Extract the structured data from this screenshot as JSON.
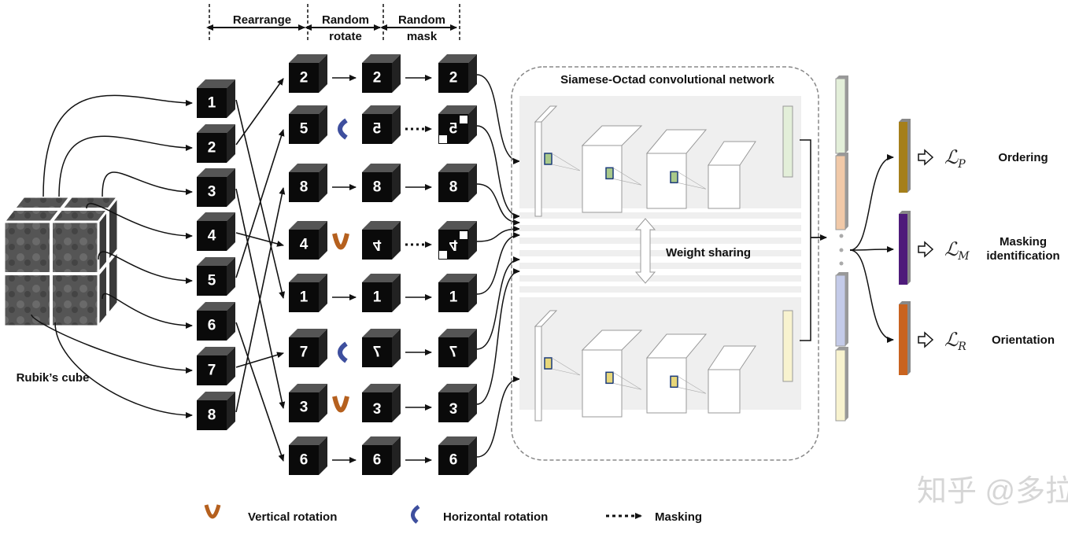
{
  "header": {
    "stage_rearrange": "Rearrange",
    "stage_rotate_line1": "Random",
    "stage_rotate_line2": "rotate",
    "stage_mask_line1": "Random",
    "stage_mask_line2": "mask"
  },
  "input": {
    "label": "Rubik’s cube"
  },
  "source_cubes": [
    "1",
    "2",
    "3",
    "4",
    "5",
    "6",
    "7",
    "8"
  ],
  "rearranged": [
    {
      "n": "2",
      "rotate": "none",
      "mask": false
    },
    {
      "n": "5",
      "rotate": "horizontal",
      "mask": true
    },
    {
      "n": "8",
      "rotate": "none",
      "mask": false
    },
    {
      "n": "4",
      "rotate": "vertical",
      "mask": true
    },
    {
      "n": "1",
      "rotate": "none",
      "mask": false
    },
    {
      "n": "7",
      "rotate": "horizontal",
      "mask": false
    },
    {
      "n": "3",
      "rotate": "vertical",
      "mask": false
    },
    {
      "n": "6",
      "rotate": "none",
      "mask": false
    }
  ],
  "network": {
    "title": "Siamese-Octad convolutional network",
    "weight_sharing": "Weight sharing"
  },
  "feature_colors": [
    "#e3efd9",
    "#f1c9a8",
    "#c4cbe9",
    "#f8f3cf"
  ],
  "outputs": [
    {
      "loss": "ℒ",
      "sub": "P",
      "label_line1": "Ordering",
      "label_line2": "",
      "color": "#a57f1a"
    },
    {
      "loss": "ℒ",
      "sub": "M",
      "label_line1": "Masking",
      "label_line2": "identification",
      "color": "#4e1a7a"
    },
    {
      "loss": "ℒ",
      "sub": "R",
      "label_line1": "Orientation",
      "label_line2": "",
      "color": "#c9631f"
    }
  ],
  "legend": {
    "vertical": "Vertical rotation",
    "horizontal": "Horizontal rotation",
    "masking": "Masking"
  },
  "colors": {
    "vertical": "#b5601e",
    "horizontal": "#3e4f9e"
  },
  "watermark": "知乎 @多拉克斯"
}
